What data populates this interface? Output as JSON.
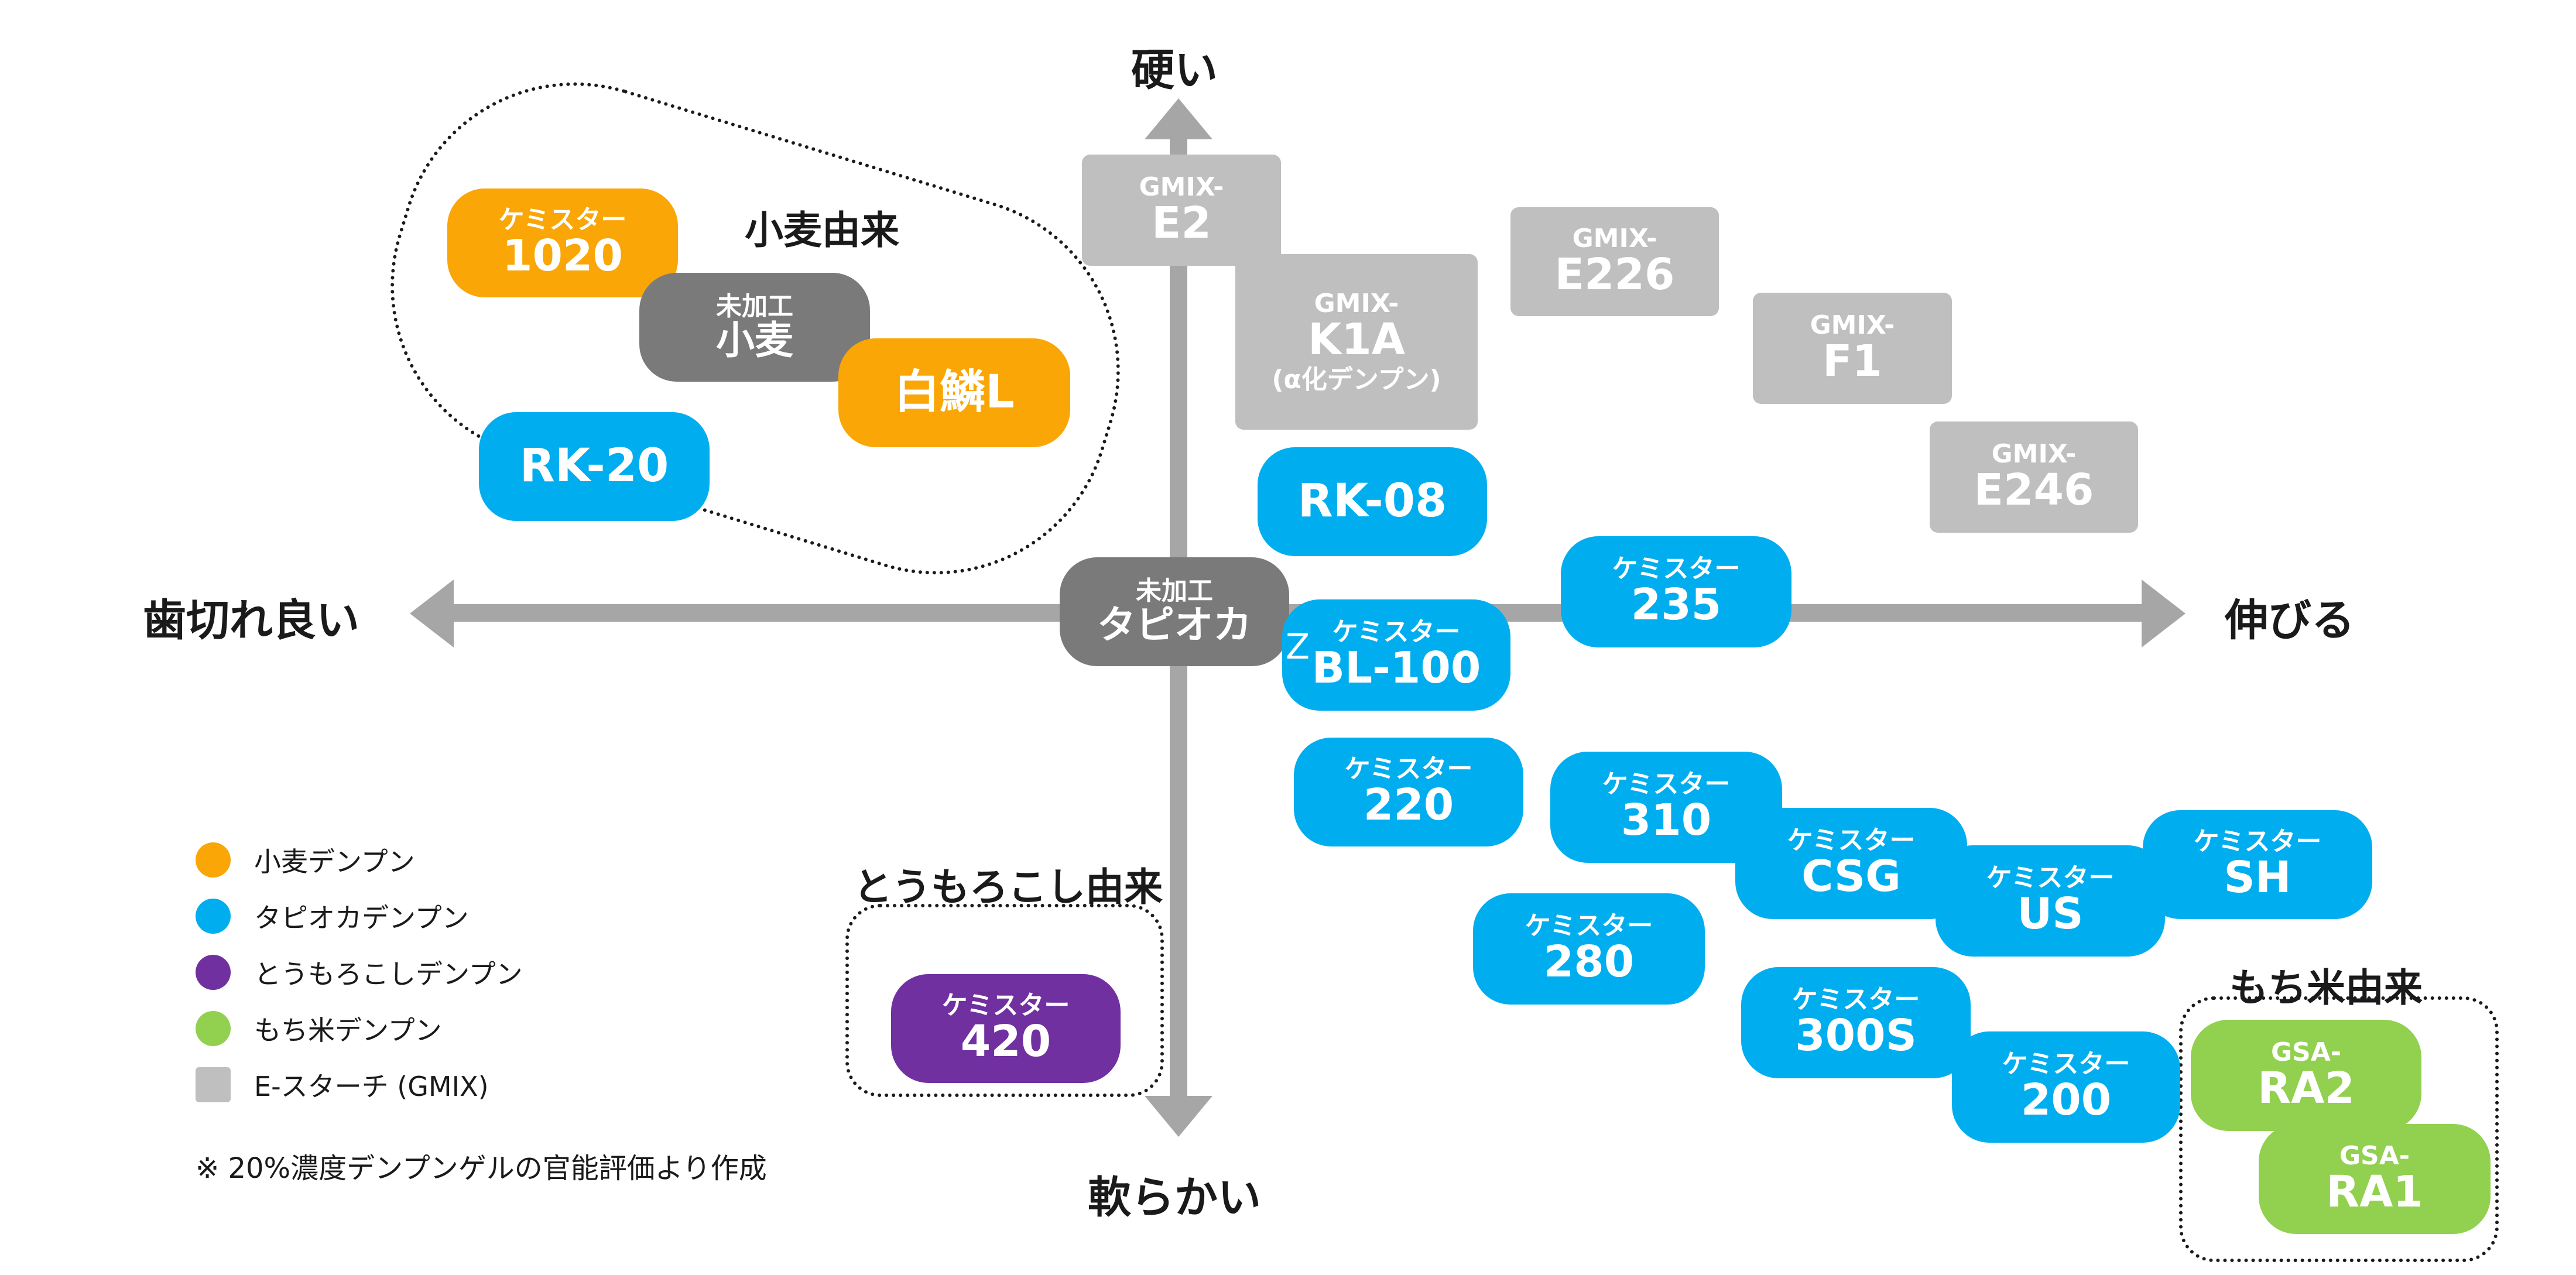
{
  "axes": {
    "top": "硬い",
    "bottom": "軟らかい",
    "left": "歯切れ良い",
    "right": "伸びる"
  },
  "groups": {
    "wheat": "小麦由来",
    "corn": "とうもろこし由来",
    "mochi": "もち米由来"
  },
  "items": {
    "wheat_1020": {
      "line1": "ケミスター",
      "line2": "1020"
    },
    "raw_wheat": {
      "line1": "未加工",
      "line2": "小麦"
    },
    "hakurin": {
      "label": "白鱗L"
    },
    "rk20": {
      "label": "RK-20"
    },
    "gmix_e2": {
      "line1": "GMIX-",
      "line2": "E2"
    },
    "gmix_k1a": {
      "line1": "GMIX-",
      "line2": "K1A",
      "note": "(α化デンプン)"
    },
    "gmix_e226": {
      "line1": "GMIX-",
      "line2": "E226"
    },
    "gmix_f1": {
      "line1": "GMIX-",
      "line2": "F1"
    },
    "gmix_e246": {
      "line1": "GMIX-",
      "line2": "E246"
    },
    "rk08": {
      "label": "RK-08"
    },
    "raw_tapioca": {
      "line1": "未加工",
      "line2": "タピオカ"
    },
    "bl100": {
      "line1": "ケミスター",
      "line2": "BL-100",
      "prefix": "Z"
    },
    "k235": {
      "line1": "ケミスター",
      "line2": "235"
    },
    "k220": {
      "line1": "ケミスター",
      "line2": "220"
    },
    "k310": {
      "line1": "ケミスター",
      "line2": "310"
    },
    "csg": {
      "line1": "ケミスター",
      "line2": "CSG"
    },
    "us": {
      "line1": "ケミスター",
      "line2": "US"
    },
    "sh": {
      "line1": "ケミスター",
      "line2": "SH"
    },
    "k280": {
      "line1": "ケミスター",
      "line2": "280"
    },
    "k300s": {
      "line1": "ケミスター",
      "line2": "300S"
    },
    "k200": {
      "line1": "ケミスター",
      "line2": "200"
    },
    "k420": {
      "line1": "ケミスター",
      "line2": "420"
    },
    "ra2": {
      "line1": "GSA-",
      "line2": "RA2"
    },
    "ra1": {
      "line1": "GSA-",
      "line2": "RA1"
    }
  },
  "legend": [
    {
      "label": "小麦デンプン",
      "color": "#f9a606"
    },
    {
      "label": "タピオカデンプン",
      "color": "#00aeef"
    },
    {
      "label": "とうもろこしデンプン",
      "color": "#7030a0"
    },
    {
      "label": "もち米デンプン",
      "color": "#92d050"
    },
    {
      "label": "E-スターチ (GMIX)",
      "color": "#bfbfbf"
    }
  ],
  "footnote": "※ 20%濃度デンプンゲルの官能評価より作成",
  "colors": {
    "wheat": "#f9a606",
    "tapioca": "#00aeef",
    "corn": "#7030a0",
    "mochi": "#92d050",
    "gmix": "#bfbfbf",
    "raw": "#7a7a7a",
    "axis": "#a6a6a6"
  }
}
